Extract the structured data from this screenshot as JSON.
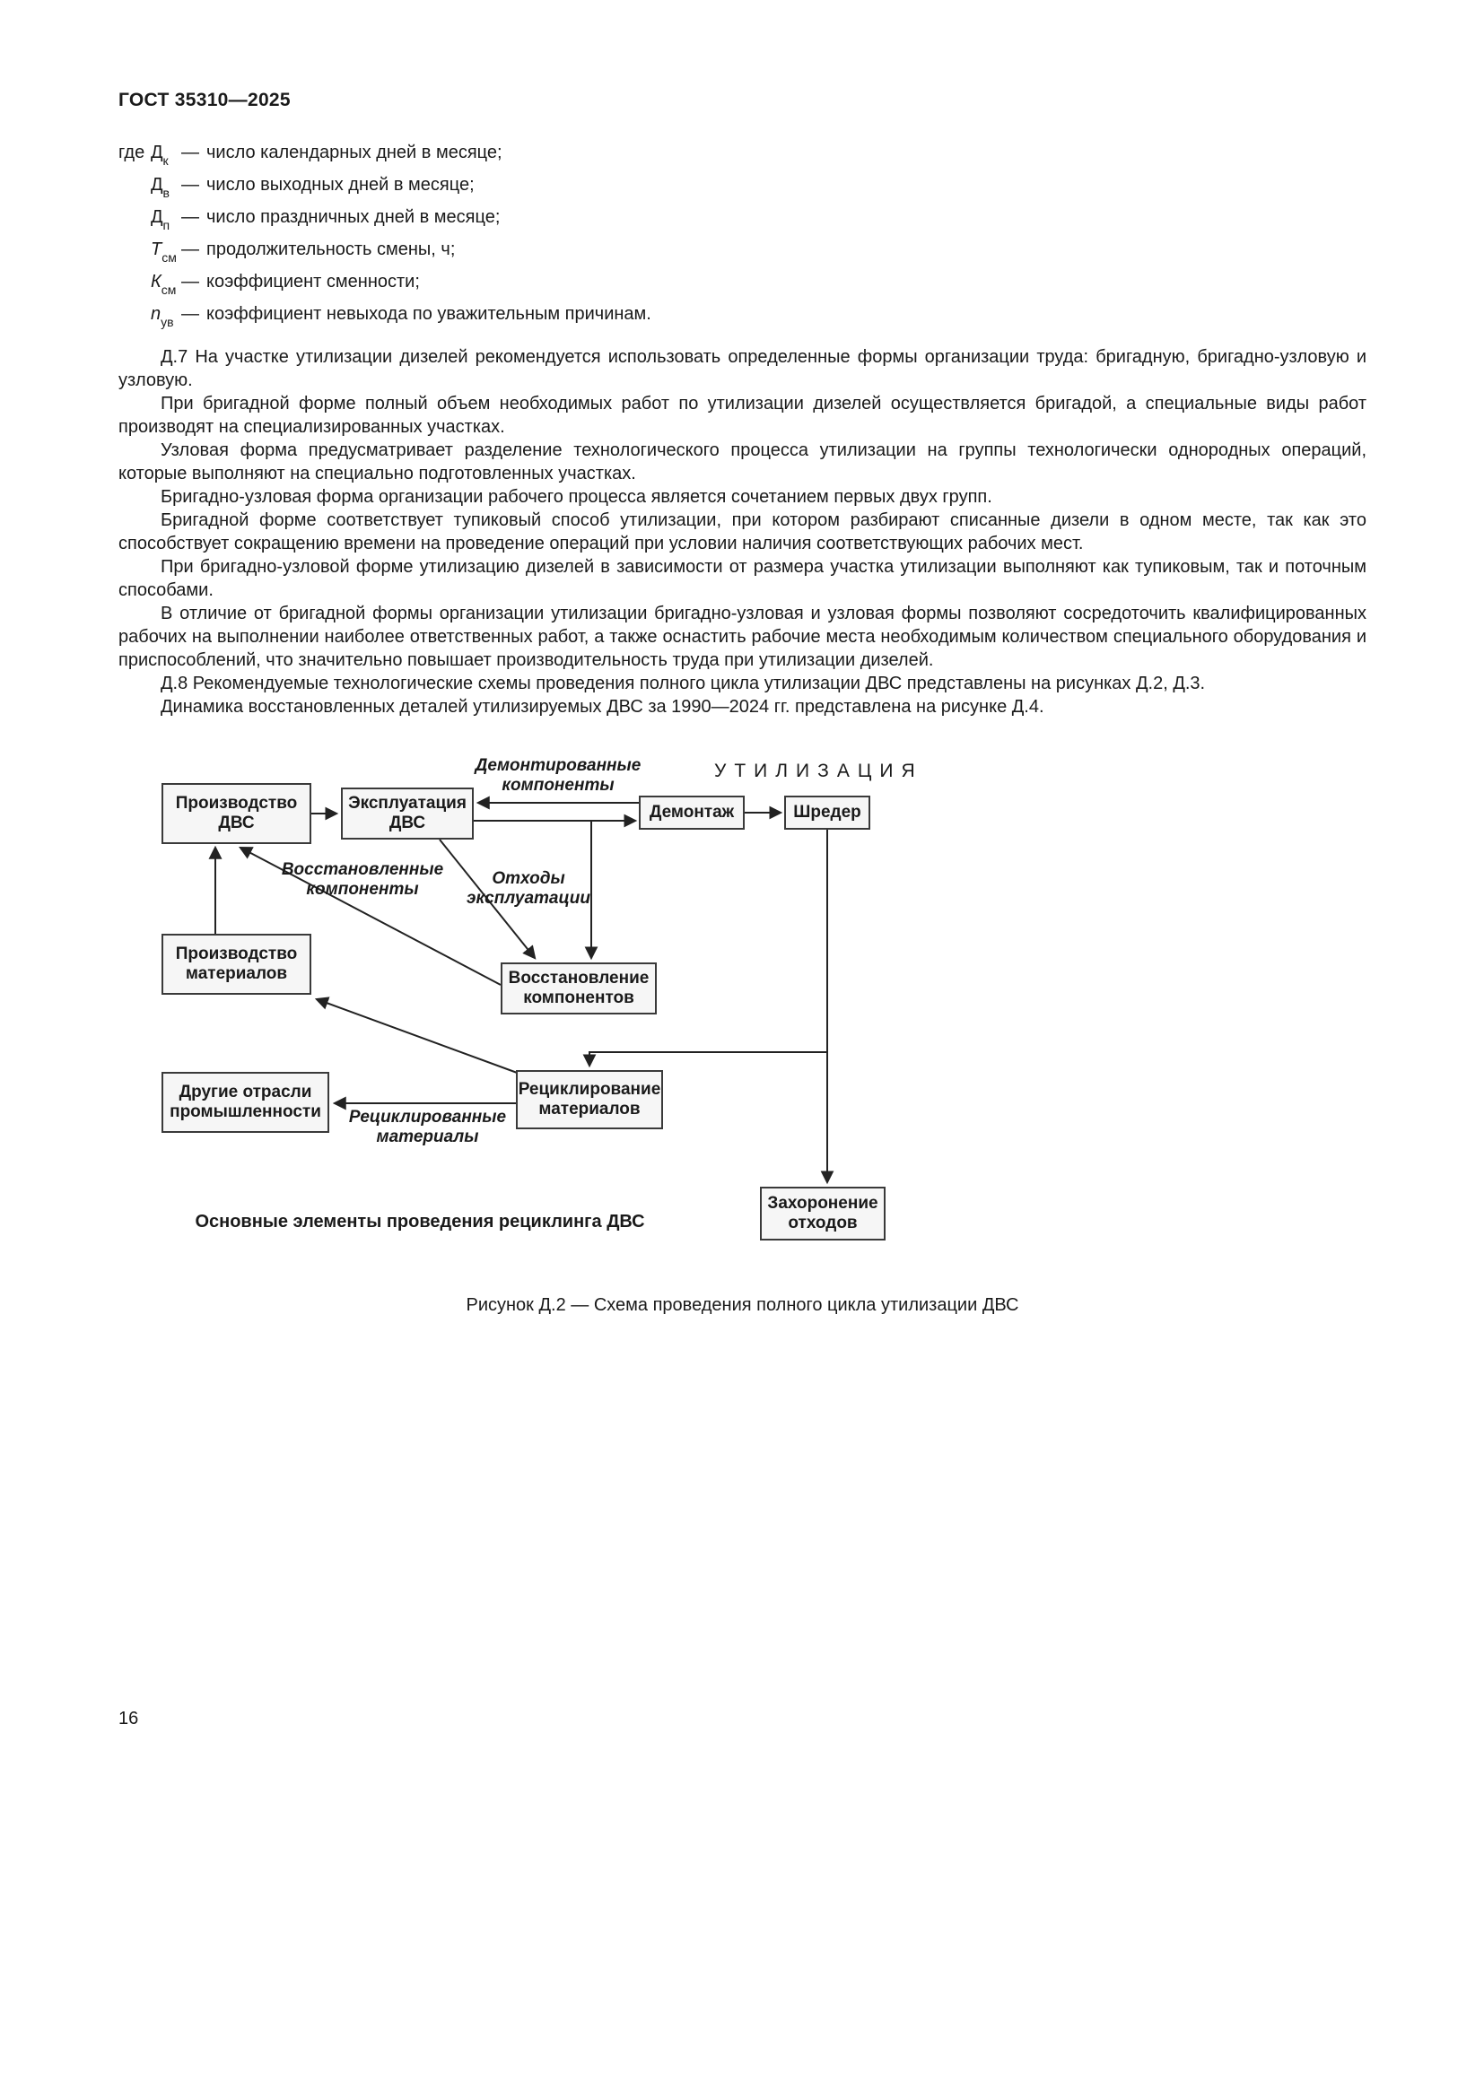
{
  "page": {
    "header": "ГОСТ 35310—2025",
    "page_number": "16",
    "figure_caption": "Рисунок Д.2 — Схема проведения полного цикла утилизации ДВС"
  },
  "definitions": {
    "intro": "где",
    "items": [
      {
        "term": "Д",
        "sub": "к",
        "dash": "—",
        "text": "число календарных дней в месяце;"
      },
      {
        "term": "Д",
        "sub": "в",
        "dash": "—",
        "text": "число выходных дней в месяце;"
      },
      {
        "term": "Д",
        "sub": "п",
        "dash": "—",
        "text": "число праздничных дней в месяце;"
      },
      {
        "term": "Т",
        "sub": "см",
        "dash": "—",
        "text": "продолжительность смены, ч;"
      },
      {
        "term": "К",
        "sub": "см",
        "dash": "—",
        "text": "коэффициент сменности;"
      },
      {
        "term": "n",
        "sub": "ув",
        "dash": "—",
        "text": "коэффициент невыхода по уважительным причинам."
      }
    ]
  },
  "paragraphs": [
    "Д.7 На участке утилизации дизелей рекомендуется использовать определенные формы организации труда: бригадную, бригадно-узловую и узловую.",
    "При бригадной форме полный объем необходимых работ по утилизации дизелей осуществляется бригадой, а специальные виды работ производят на специализированных участках.",
    "Узловая форма предусматривает разделение технологического процесса утилизации на группы технологически однородных операций, которые выполняют на специально подготовленных участках.",
    "Бригадно-узловая форма организации рабочего процесса является сочетанием первых двух групп.",
    "Бригадной форме соответствует тупиковый способ утилизации, при котором разбирают списанные дизели в одном месте, так как это способствует сокращению времени на проведение операций при условии наличия соответствующих рабочих мест.",
    "При бригадно-узловой форме утилизацию дизелей в зависимости от размера участка утилизации выполняют как тупиковым, так и поточным способами.",
    "В отличие от бригадной формы организации утилизации бригадно-узловая и узловая формы позволяют сосредоточить квалифицированных рабочих на выполнении наиболее ответственных работ, а также оснастить рабочие места необходимым количеством специального оборудования и приспособлений, что значительно повышает производительность труда при утилизации дизелей.",
    "Д.8 Рекомендуемые технологические схемы проведения полного цикла утилизации ДВС представлены на рисунках Д.2, Д.3.",
    "Динамика восстановленных деталей утилизируемых ДВС за 1990—2024 гг. представлена на рисунке Д.4."
  ],
  "diagram": {
    "utilization_title": "УТИЛИЗАЦИЯ",
    "boxes": {
      "production_dvs": "Производство ДВС",
      "exploitation_dvs": "Эксплуатация ДВС",
      "demontage": "Демонтаж",
      "shredder": "Шредер",
      "production_materials": "Производство материалов",
      "restoration_components": "Восстановление компонентов",
      "other_industries": "Другие отрасли промышленности",
      "recycling_materials": "Рециклирование материалов",
      "waste_burial": "Захоронение отходов"
    },
    "labels": {
      "dismantled_components": "Демонтированные компоненты",
      "restored_components": "Восстановленные компоненты",
      "waste_exploitation": "Отходы эксплуатации",
      "recycled_materials": "Рециклированные материалы"
    },
    "caption": "Основные элементы проведения рециклинга ДВС"
  }
}
